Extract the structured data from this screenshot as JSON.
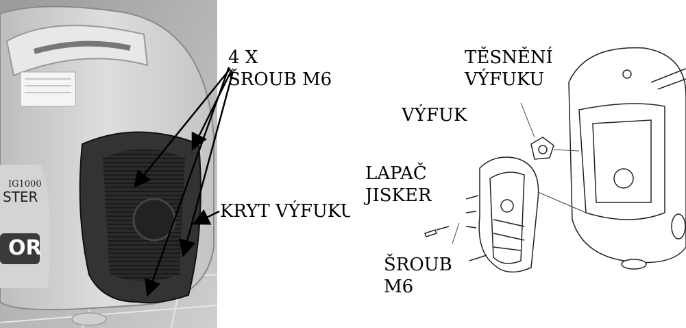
{
  "labels": {
    "screws_4x": [
      "4 X",
      "ŠROUB M6"
    ],
    "exhaust_cover": "KRYT VÝFUKU",
    "exhaust_gasket": [
      "TĚSNĚNÍ",
      "VÝFUKU"
    ],
    "exhaust": "VÝFUK",
    "spark_arrester": [
      "LAPAČ",
      "JISKER"
    ],
    "screw_m6": [
      "ŠROUB",
      "M6"
    ]
  },
  "photo": {
    "model_text": "IG1000",
    "brand_fragment": "STER",
    "logo_fragment": "OR"
  }
}
